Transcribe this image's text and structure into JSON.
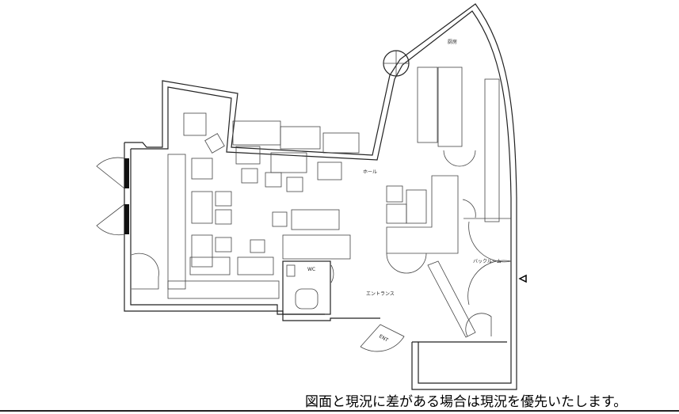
{
  "plan": {
    "rooms": {
      "hall": "ホール",
      "kitchen": "厨房",
      "back_room": "バックルーム",
      "entrance": "エントランス",
      "wc": "WC",
      "ent": "ENT"
    },
    "note": "図面と現況に差がある場合は現況を優先いたします。"
  }
}
